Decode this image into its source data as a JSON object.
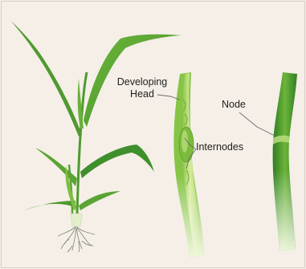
{
  "labels": {
    "developing_head": "Developing\nHead",
    "internodes": "Internodes",
    "node": "Node"
  },
  "colors": {
    "background": "#f5efe7",
    "leaf_dark": "#3f8f2c",
    "leaf_light": "#8cc63f",
    "stem_pale": "#e9f3c9",
    "label_line": "#6b6b6b"
  },
  "icons": [
    "grass-plant-illustration",
    "dissected-stem-illustration",
    "intact-stem-illustration"
  ]
}
